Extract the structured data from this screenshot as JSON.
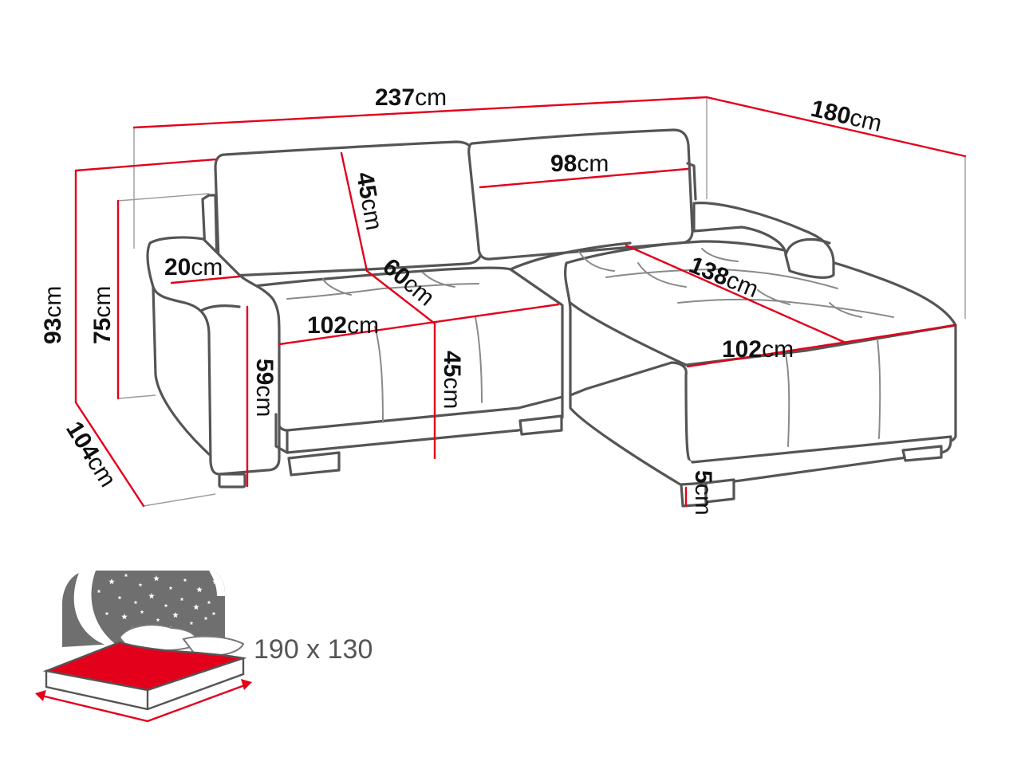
{
  "unit": "cm",
  "dimensions": {
    "total_width": "237",
    "chaise_depth": "180",
    "total_height": "93",
    "armrest_height": "75",
    "seat_depth": "104",
    "armrest_width": "20",
    "backrest_height": "45",
    "cushion_width": "98",
    "seat_depth_inner": "60",
    "seat_width_left": "102",
    "chaise_length": "138",
    "seat_width_chaise": "102",
    "front_height": "59",
    "seat_height": "45",
    "leg_height": "5"
  },
  "bed": {
    "size_label": "190 x 130"
  },
  "colors": {
    "dimension_line": "#e3001b",
    "outline": "#555555",
    "bed_mattress": "#e3001b",
    "bed_headboard": "#6f6f6f"
  },
  "icons": {
    "bed_icon": "sofa-bed-icon",
    "stars": "star-icon"
  }
}
